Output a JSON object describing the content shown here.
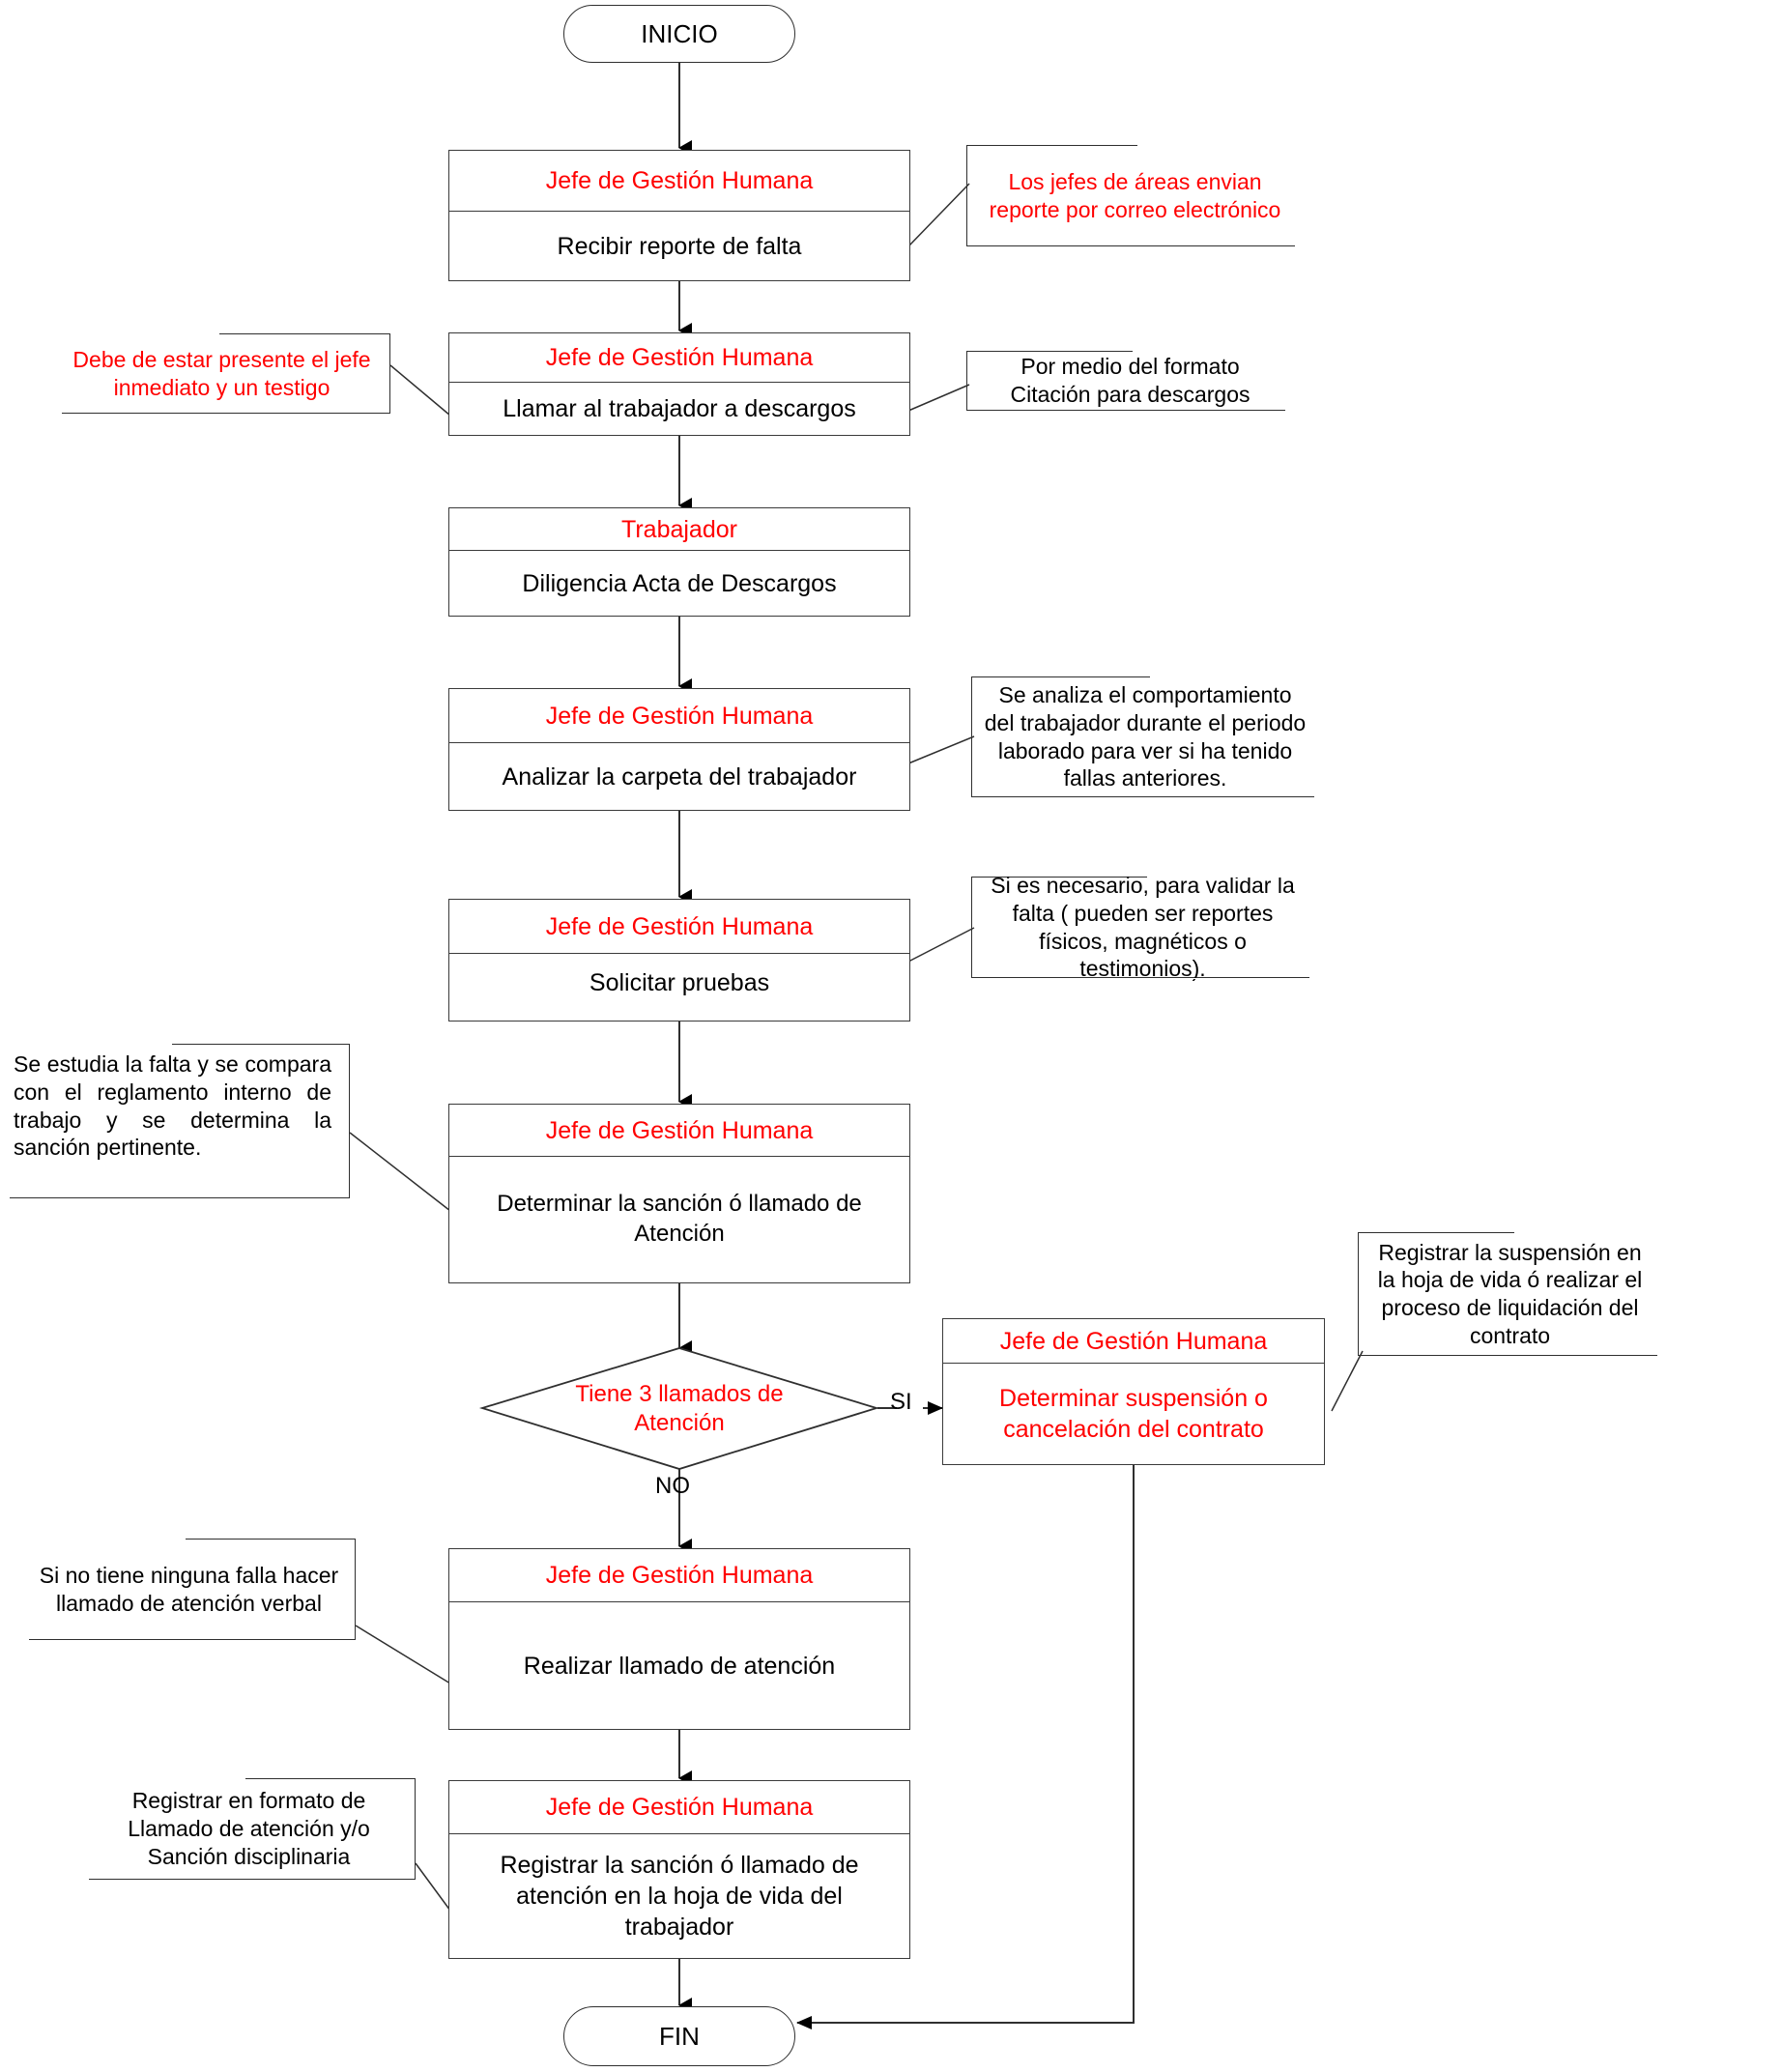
{
  "diagram": {
    "title_start": "INICIO",
    "title_end": "FIN",
    "colors": {
      "role": "#ff0000",
      "action": "#000000",
      "line": "#2f2f2f"
    }
  },
  "nodes": {
    "start": {
      "label": "INICIO"
    },
    "n1": {
      "role": "Jefe de Gestión Humana",
      "action": "Recibir reporte de falta"
    },
    "n2": {
      "role": "Jefe de Gestión Humana",
      "action": "Llamar al trabajador a descargos"
    },
    "n3": {
      "role": "Trabajador",
      "action": "Diligencia Acta de Descargos"
    },
    "n4": {
      "role": "Jefe de Gestión Humana",
      "action": "Analizar la carpeta del trabajador"
    },
    "n5": {
      "role": "Jefe de Gestión Humana",
      "action": "Solicitar pruebas"
    },
    "n6": {
      "role": "Jefe de Gestión Humana",
      "action": "Determinar la sanción ó llamado de Atención"
    },
    "decision": {
      "text": "Tiene 3 llamados de Atención"
    },
    "n7": {
      "role": "Jefe de Gestión Humana",
      "action": "Determinar suspensión o cancelación del contrato"
    },
    "n8": {
      "role": "Jefe de Gestión Humana",
      "action": "Realizar llamado de atención"
    },
    "n9": {
      "role": "Jefe de Gestión Humana",
      "action": "Registrar la sanción ó llamado de atención en la hoja de vida del trabajador"
    },
    "end": {
      "label": "FIN"
    }
  },
  "edge_labels": {
    "yes": "SI",
    "no": "NO"
  },
  "annotations": {
    "a1": "Los jefes de áreas envian reporte por correo electrónico",
    "a2": "Debe de estar presente el jefe inmediato y un testigo",
    "a3": "Por medio del formato Citación para descargos",
    "a4": "Se analiza el comportamiento del trabajador durante el periodo laborado para ver si ha tenido fallas anteriores.",
    "a5": "Si es necesario,  para validar la falta ( pueden ser reportes físicos, magnéticos o testimonios).",
    "a6": "Se estudia la falta y se compara con el reglamento interno de trabajo y se determina la sanción pertinente.",
    "a7": "Registrar la suspensión en la hoja de vida ó realizar el proceso de liquidación del contrato",
    "a8": "Si no tiene ninguna falla hacer llamado de atención verbal",
    "a9": "Registrar en formato de Llamado de atención y/o Sanción disciplinaria"
  }
}
